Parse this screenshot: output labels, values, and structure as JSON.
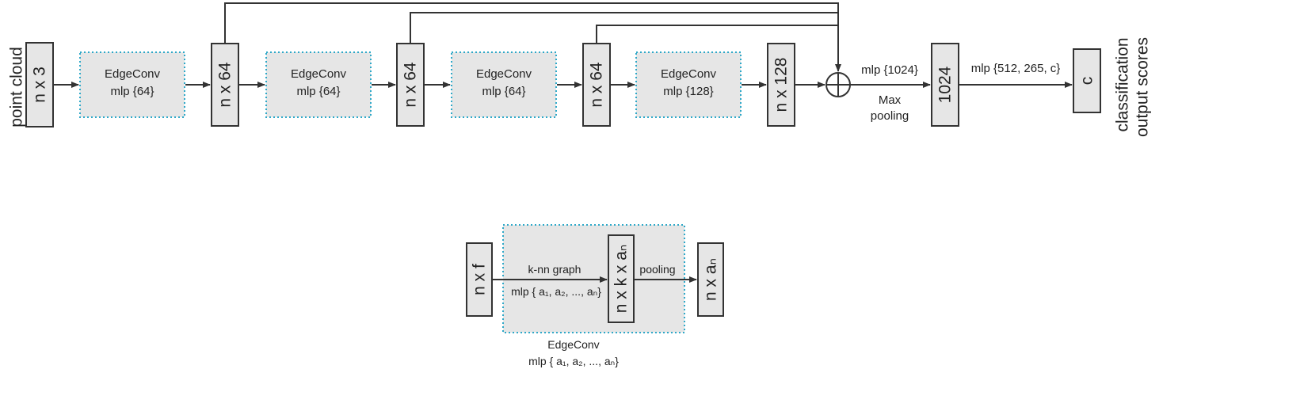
{
  "top": {
    "input_side_label": "point cloud",
    "input_tensor": "n x 3",
    "modules": [
      {
        "title": "EdgeConv",
        "mlp": "mlp {64}"
      },
      {
        "title": "EdgeConv",
        "mlp": "mlp {64}"
      },
      {
        "title": "EdgeConv",
        "mlp": "mlp {64}"
      },
      {
        "title": "EdgeConv",
        "mlp": "mlp {128}"
      }
    ],
    "features": [
      "n x 64",
      "n x 64",
      "n x 64",
      "n x 128"
    ],
    "concat_symbol": "⊕",
    "mlp_after_concat": "mlp {1024}",
    "pool_line1": "Max",
    "pool_line2": "pooling",
    "global_tensor": "1024",
    "mlp_classifier": "mlp {512, 265, c}",
    "output_tensor": "c",
    "output_label_line1": "classification",
    "output_label_line2": "output scores"
  },
  "bottom": {
    "input_tensor": "n x f",
    "knn_label": "k-nn graph",
    "mlp_inner": "mlp { a₁, a₂, ..., aₙ}",
    "middle_tensor": "n x k x aₙ",
    "pooling_label": "pooling",
    "output_tensor": "n x aₙ",
    "caption_title": "EdgeConv",
    "caption_mlp": "mlp { a₁, a₂, ..., aₙ}"
  }
}
